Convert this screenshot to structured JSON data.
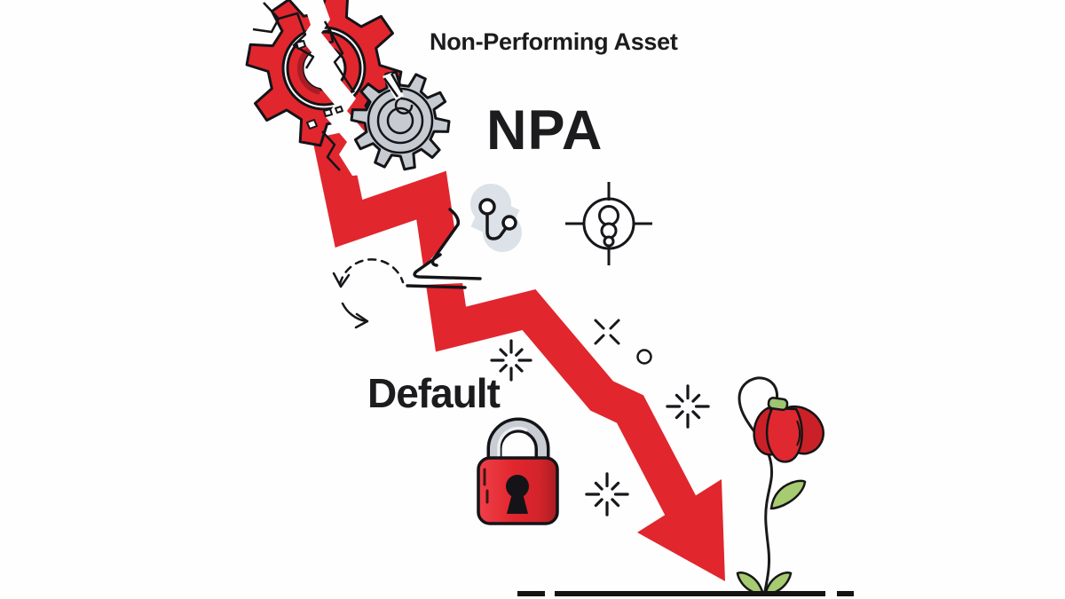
{
  "title": {
    "label": "Non-Performing Asset"
  },
  "acronym": {
    "label": "NPA"
  },
  "caption": {
    "label": "Default"
  },
  "colors": {
    "primary_red": "#e1262e",
    "dark_red": "#a81d23",
    "gear_gray": "#c6cbd1",
    "shackle_gray": "#c8cdd3",
    "blob_gray": "#dce2e7",
    "leaf_green": "#a7cb70",
    "calyx_green": "#9fc573",
    "ink_black": "#141418",
    "background": "#ffffff"
  },
  "icons": [
    {
      "name": "broken-red-gear-icon"
    },
    {
      "name": "gray-gear-icon"
    },
    {
      "name": "crack-lightning-icon"
    },
    {
      "name": "declining-zigzag-arrow-icon"
    },
    {
      "name": "break-marks-icon"
    },
    {
      "name": "git-branch-icon"
    },
    {
      "name": "target-circles-icon"
    },
    {
      "name": "dashed-refresh-arrow-icon"
    },
    {
      "name": "sparkle-burst-icon"
    },
    {
      "name": "cross-sparkle-icon"
    },
    {
      "name": "small-circle-icon"
    },
    {
      "name": "red-padlock-icon"
    },
    {
      "name": "wilted-flower-icon"
    },
    {
      "name": "ground-line-icon"
    }
  ]
}
